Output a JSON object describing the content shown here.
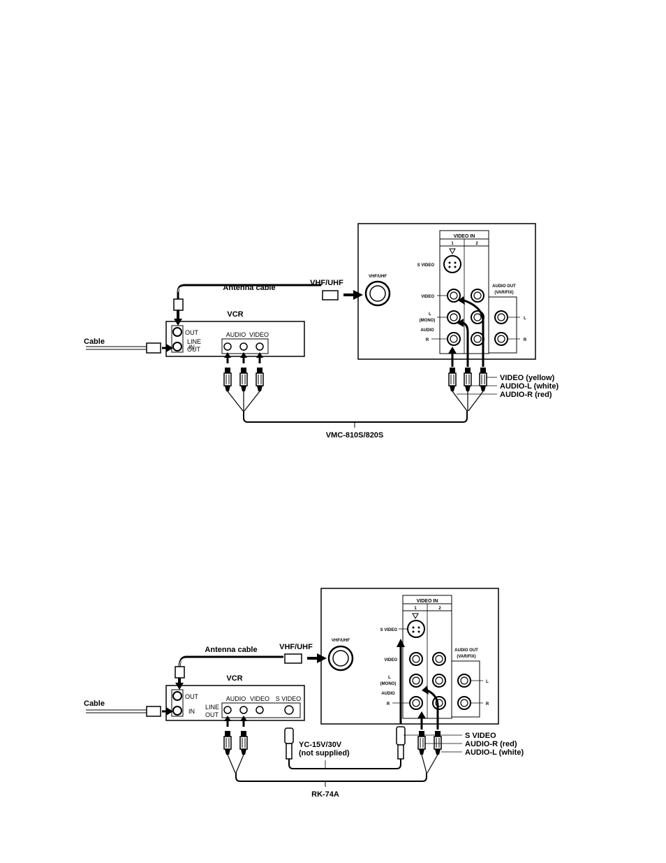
{
  "diagram1": {
    "antenna_cable": "Antenna cable",
    "vhf_uhf": "VHF/UHF",
    "vcr": "VCR",
    "cable": "Cable",
    "vcr_out": "OUT",
    "vcr_in": "IN",
    "vcr_audio": "AUDIO",
    "vcr_video": "VIDEO",
    "vcr_line": "LINE",
    "vcr_line_out": "OUT",
    "tv_vhf_uhf": "VHF/UHF",
    "video_in": "VIDEO IN",
    "col_1": "1",
    "col_2": "2",
    "s_video": "S VIDEO",
    "video": "VIDEO",
    "l": "L",
    "mono": "(MONO)",
    "audio": "AUDIO",
    "r": "R",
    "audio_out": "AUDIO OUT",
    "var_fix": "(VAR/FIX)",
    "out_l": "L",
    "out_r": "R",
    "plug_video": "VIDEO (yellow)",
    "plug_audio_l": "AUDIO-L (white)",
    "plug_audio_r": "AUDIO-R (red)",
    "cable_name": "VMC-810S/820S"
  },
  "diagram2": {
    "antenna_cable": "Antenna cable",
    "vhf_uhf": "VHF/UHF",
    "vcr": "VCR",
    "cable": "Cable",
    "vcr_out": "OUT",
    "vcr_in": "IN",
    "vcr_audio": "AUDIO",
    "vcr_video": "VIDEO",
    "vcr_svideo": "S VIDEO",
    "vcr_line": "LINE",
    "vcr_line_out": "OUT",
    "tv_vhf_uhf": "VHF/UHF",
    "video_in": "VIDEO IN",
    "col_1": "1",
    "col_2": "2",
    "s_video": "S VIDEO",
    "video": "VIDEO",
    "l": "L",
    "mono": "(MONO)",
    "audio": "AUDIO",
    "r": "R",
    "audio_out": "AUDIO OUT",
    "var_fix": "(VAR/FIX)",
    "out_l": "L",
    "out_r": "R",
    "plug_svideo": "S VIDEO",
    "plug_audio_r": "AUDIO-R (red)",
    "plug_audio_l": "AUDIO-L (white)",
    "svideo_cable_1": "YC-15V/30V",
    "svideo_cable_2": "(not supplied)",
    "cable_name": "RK-74A"
  }
}
